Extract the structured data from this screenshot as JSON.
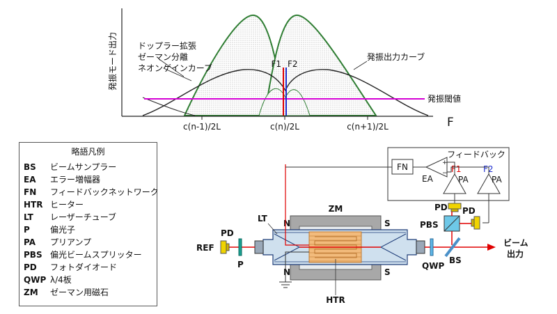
{
  "graph": {
    "y_axis_label": "発振モード出力",
    "x_axis_label": "F",
    "ticks": [
      "c(n-1)/2L",
      "c(n)/2L",
      "c(n+1)/2L"
    ],
    "annotations": {
      "doppler": "ドップラー拡張",
      "zeeman": "ゼーマン分離",
      "neon_gain": "ネオンゲインカーブ",
      "output_curve": "発振出力カーブ",
      "threshold": "発振閾値",
      "f1": "F1",
      "f2": "F2"
    },
    "colors": {
      "gain_curves": "#2e7d32",
      "output_curve": "#222222",
      "threshold": "#d400d4",
      "f1_line": "#e00000",
      "f2_line": "#1f2fd0"
    }
  },
  "legend": {
    "title": "略語凡例",
    "items": [
      {
        "abbr": "BS",
        "desc": "ビームサンプラー"
      },
      {
        "abbr": "EA",
        "desc": "エラー増幅器"
      },
      {
        "abbr": "FN",
        "desc": "フィードバックネットワーク"
      },
      {
        "abbr": "HTR",
        "desc": "ヒーター"
      },
      {
        "abbr": "LT",
        "desc": "レーザーチューブ"
      },
      {
        "abbr": "P",
        "desc": "偏光子"
      },
      {
        "abbr": "PA",
        "desc": "プリアンプ"
      },
      {
        "abbr": "PBS",
        "desc": "偏光ビームスプリッター"
      },
      {
        "abbr": "PD",
        "desc": "フォトダイオード"
      },
      {
        "abbr": "QWP",
        "desc": "λ/4板"
      },
      {
        "abbr": "ZM",
        "desc": "ゼーマン用磁石"
      }
    ]
  },
  "schematic": {
    "feedback_box_title": "フィードバック",
    "fn": "FN",
    "ea": "EA",
    "pa": "PA",
    "f1": "F1",
    "f2": "F2",
    "pd": "PD",
    "pbs": "PBS",
    "zm": "ZM",
    "n": "N",
    "s": "S",
    "lt": "LT",
    "ref": "REF",
    "p": "P",
    "htr": "HTR",
    "qwp": "QWP",
    "bs": "BS",
    "beam_line1": "ビーム",
    "beam_line2": "出力",
    "colors": {
      "magnet": "#a8a8a8",
      "heater": "#f0b878",
      "tube": "#cfe0ee",
      "beam": "#e00000",
      "pbs": "#6ec8e8",
      "photodiode": "#f0d400"
    }
  }
}
